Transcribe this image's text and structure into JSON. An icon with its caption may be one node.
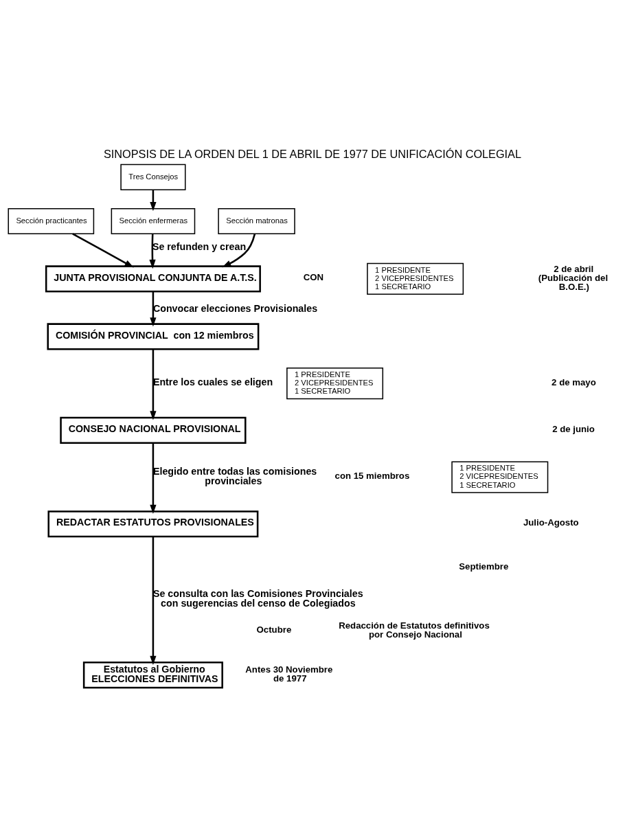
{
  "diagram": {
    "title": "SINOPSIS DE LA ORDEN DEL 1 DE ABRIL DE 1977 DE UNIFICACIÓN COLEGIAL",
    "nodes": [
      {
        "text": [
          "Tres Consejos"
        ]
      },
      {
        "text": [
          "Sección practicantes"
        ]
      },
      {
        "text": [
          "Sección enfermeras"
        ]
      },
      {
        "text": [
          "Sección matronas"
        ]
      },
      {
        "text": [
          "JUNTA PROVISIONAL CONJUNTA DE A.T.S."
        ]
      },
      {
        "text": [
          "1 PRESIDENTE",
          "2 VICEPRESIDENTES",
          "1 SECRETARIO"
        ]
      },
      {
        "text": [
          "COMISIÓN PROVINCIAL  con 12 miembros"
        ]
      },
      {
        "text": [
          "1 PRESIDENTE",
          "2 VICEPRESIDENTES",
          "1 SECRETARIO"
        ]
      },
      {
        "text": [
          "CONSEJO NACIONAL PROVISIONAL"
        ]
      },
      {
        "text": [
          "1 PRESIDENTE",
          "2 VICEPRESIDENTES",
          "1 SECRETARIO"
        ]
      },
      {
        "text": [
          "REDACTAR ESTATUTOS PROVISIONALES"
        ]
      },
      {
        "text": [
          "Estatutos al Gobierno",
          "ELECCIONES DEFINITIVAS"
        ]
      }
    ],
    "edges": [
      {
        "from": 0,
        "to": 2,
        "arrow": "to"
      },
      {
        "from": 1,
        "to": 4,
        "arrow": "to"
      },
      {
        "from": 2,
        "to": 4,
        "arrow": "to",
        "label": "Se refunden y crean"
      },
      {
        "from": 3,
        "to": 4,
        "arrow": "to"
      },
      {
        "from": 4,
        "to": 6,
        "arrow": "to",
        "label": "Convocar elecciones Provisionales"
      },
      {
        "from": 6,
        "to": 8,
        "arrow": "to",
        "label": "Entre los cuales se eligen"
      },
      {
        "from": 8,
        "to": 10,
        "arrow": "to",
        "label": "Elegido entre todas las comisiones provinciales"
      },
      {
        "from": 10,
        "to": 11,
        "arrow": "to",
        "label": "Se consulta con las Comisiones Provinciales con sugerencias del censo de Colegiados"
      }
    ],
    "labels": [
      "2 de abril (Publicación del B.O.E.)",
      "CON",
      "2 de mayo",
      "2 de junio",
      "con 15 miembros",
      "Julio-Agosto",
      "Septiembre",
      "Octubre",
      "Redacción de Estatutos definitivos por Consejo Nacional",
      "Antes 30 Noviembre de 1977"
    ]
  }
}
